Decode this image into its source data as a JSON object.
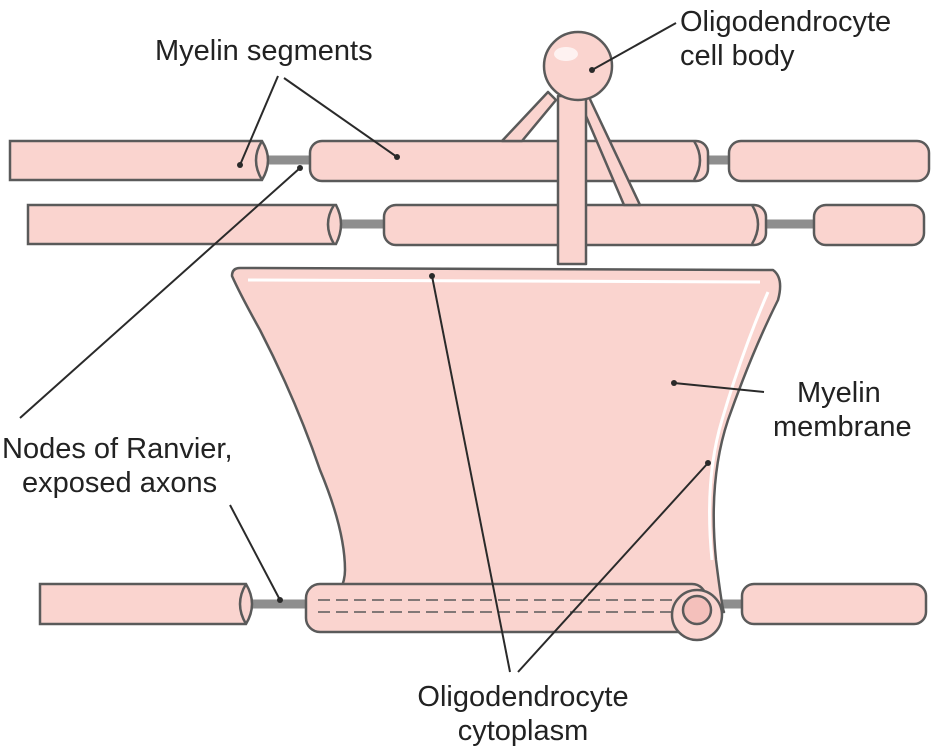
{
  "labels": {
    "myelin_segments": "Myelin segments",
    "oligo_cell_body": [
      "Oligodendrocyte",
      "cell body"
    ],
    "myelin_membrane": [
      "Myelin",
      "membrane"
    ],
    "nodes_of_ranvier": [
      "Nodes of Ranvier,",
      "exposed axons"
    ],
    "oligo_cytoplasm": [
      "Oligodendrocyte",
      "cytoplasm"
    ]
  },
  "colors": {
    "myelin_fill": "#fad4cf",
    "outline": "#5a5a5a",
    "axon": "#8e8e8e",
    "leader_line": "#2a2a2a"
  }
}
